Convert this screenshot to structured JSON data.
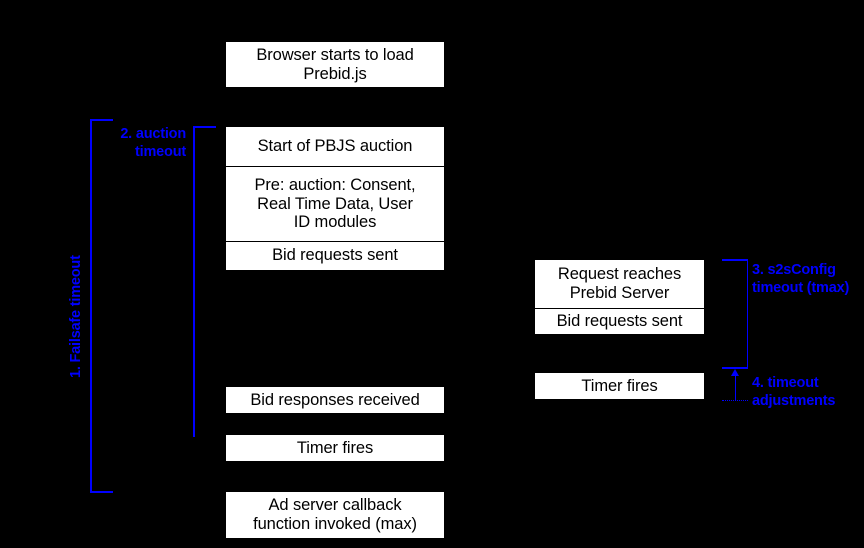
{
  "diagram": {
    "title": "Prebid timeout diagram",
    "background_color": "#000000",
    "box_fill": "#ffffff",
    "box_text_color": "#000000",
    "annotation_color": "#0000ff"
  },
  "client_flow": {
    "boxes": [
      {
        "id": "browser-load",
        "label": "Browser starts to load\nPrebid.js"
      },
      {
        "id": "pbjs-auction-start",
        "label": "Start of PBJS auction"
      },
      {
        "id": "pre-auction-modules",
        "label": "Pre: auction: Consent,\nReal Time Data, User\nID modules"
      },
      {
        "id": "bid-requests-sent",
        "label": "Bid requests sent"
      },
      {
        "id": "bid-responses-received",
        "label": "Bid responses received"
      },
      {
        "id": "timer-fires-client",
        "label": "Timer fires"
      },
      {
        "id": "ad-server-callback",
        "label": "Ad server callback\nfunction invoked (max)"
      }
    ]
  },
  "server_flow": {
    "boxes": [
      {
        "id": "request-reaches-server",
        "label": "Request reaches\nPrebid Server"
      },
      {
        "id": "server-bid-requests-sent",
        "label": "Bid requests sent"
      },
      {
        "id": "timer-fires-server",
        "label": "Timer fires"
      }
    ]
  },
  "annotations": {
    "failsafe": "1. Failsafe timeout",
    "auction": "2. auction\ntimeout",
    "s2s_config": "3. s2sConfig\ntimeout (tmax)",
    "timeout_adjustments": "4. timeout\nadjustments"
  }
}
